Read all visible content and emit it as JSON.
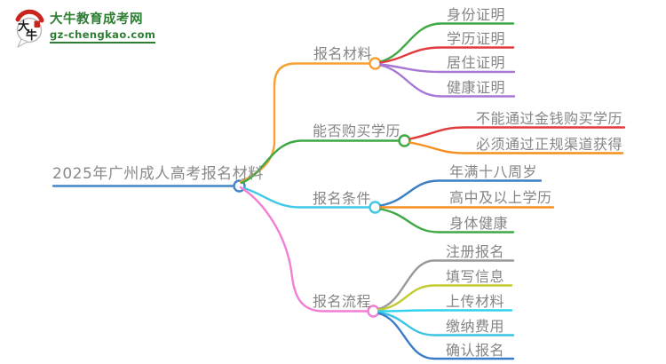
{
  "logo": {
    "badge_char_top": "大",
    "badge_char_bottom": "牛",
    "title": "大牛教育成考网",
    "subtitle": "gz-chengkao.com",
    "brand_green": "#2d7d33",
    "brand_red": "#c8251f"
  },
  "mindmap": {
    "root": {
      "label": "2025年广州成人高考报名材料",
      "color": "#4486c6"
    },
    "branches": [
      {
        "label": "报名材料",
        "color": "#f9a032",
        "children": [
          {
            "label": "身份证明",
            "color": "#3ea844"
          },
          {
            "label": "学历证明",
            "color": "#e23b3f"
          },
          {
            "label": "居住证明",
            "color": "#a678d4"
          },
          {
            "label": "健康证明",
            "color": "#a678d4"
          }
        ]
      },
      {
        "label": "能否购买学历",
        "color": "#3ea844",
        "children": [
          {
            "label": "不能通过金钱购买学历",
            "color": "#e23b3f"
          },
          {
            "label": "必须通过正规渠道获得",
            "color": "#f78f1e"
          }
        ]
      },
      {
        "label": "报名条件",
        "color": "#3fc9e8",
        "children": [
          {
            "label": "年满十八周岁",
            "color": "#3b7fc4"
          },
          {
            "label": "高中及以上学历",
            "color": "#f78f1e"
          },
          {
            "label": "身体健康",
            "color": "#3ea844"
          }
        ]
      },
      {
        "label": "报名流程",
        "color": "#f07fd5",
        "children": [
          {
            "label": "注册报名",
            "color": "#999999"
          },
          {
            "label": "填写信息",
            "color": "#c2cc2f"
          },
          {
            "label": "上传材料",
            "color": "#2ed3e9"
          },
          {
            "label": "缴纳费用",
            "color": "#3bc3e3"
          },
          {
            "label": "确认报名",
            "color": "#3b7cc8"
          }
        ]
      }
    ]
  }
}
